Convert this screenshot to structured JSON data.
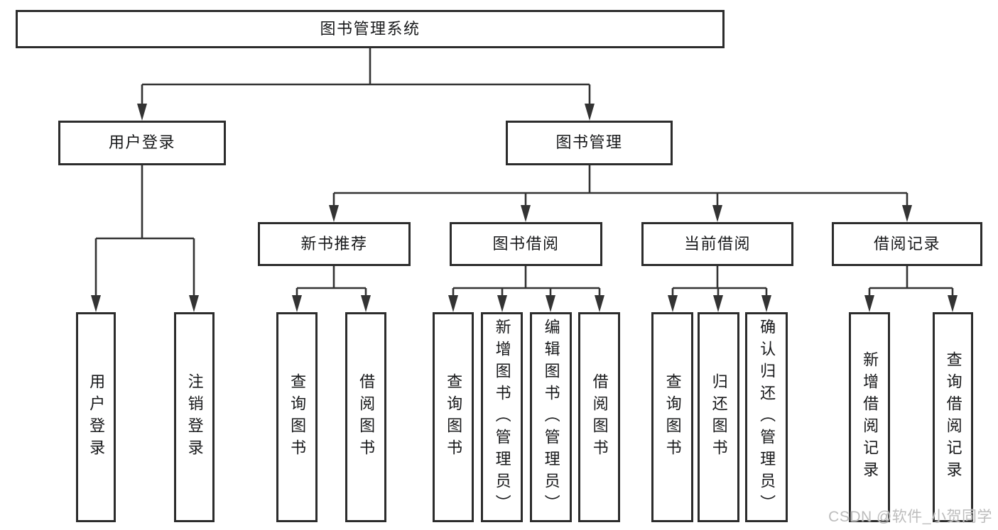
{
  "diagram": {
    "root": {
      "label": "图书管理系统"
    },
    "branches": [
      {
        "label": "用户登录",
        "children": [
          "用户登录",
          "注销登录"
        ]
      },
      {
        "label": "图书管理",
        "groups": [
          {
            "label": "新书推荐",
            "children": [
              "查询图书",
              "借阅图书"
            ]
          },
          {
            "label": "图书借阅",
            "children": [
              "查询图书",
              "新增图书（管理员）",
              "编辑图书（管理员）",
              "借阅图书"
            ]
          },
          {
            "label": "当前借阅",
            "children": [
              "查询图书",
              "归还图书",
              "确认归还（管理员）"
            ]
          },
          {
            "label": "借阅记录",
            "children": [
              "新增借阅记录",
              "查询借阅记录"
            ]
          }
        ]
      }
    ]
  },
  "watermark": {
    "text": "CSDN @软件_小贺同学"
  },
  "colors": {
    "line": "#333333",
    "box_border": "#2c2c2c",
    "box_background": "#ffffff",
    "text": "#17181a",
    "watermark": "#bcbcbc",
    "background": "#ffffff"
  }
}
